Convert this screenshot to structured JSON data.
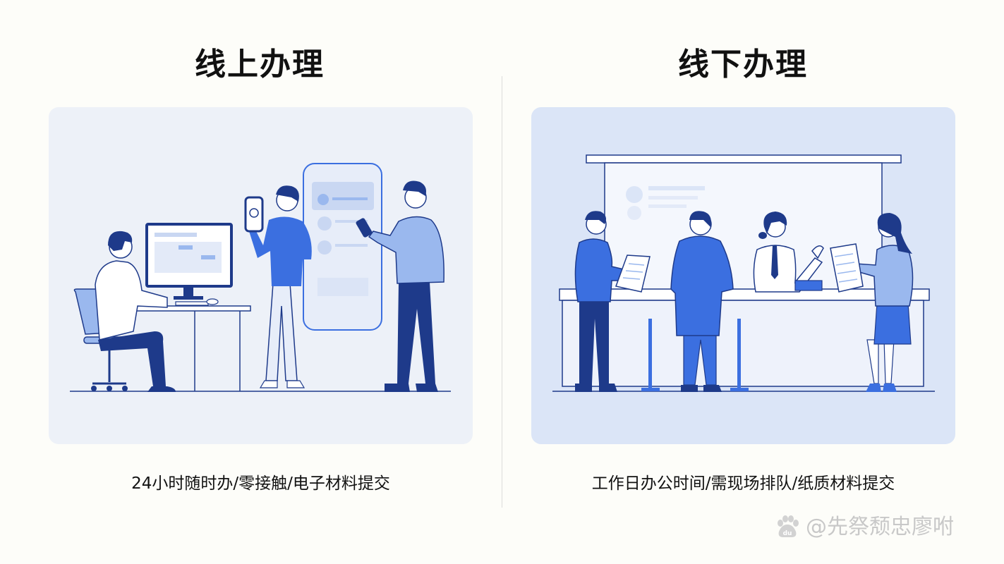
{
  "online": {
    "title": "线上办理",
    "caption": "24小时随时办/零接触/电子材料提交"
  },
  "offline": {
    "title": "线下办理",
    "caption": "工作日办公时间/需现场排队/纸质材料提交"
  },
  "watermark": {
    "text": "@先祭颓忠廖咐",
    "logo_text": "du"
  },
  "colors": {
    "navy": "#1e3a8a",
    "blue": "#3b6fe0",
    "light_blue": "#9ab8ee",
    "card_online": "#edf1f8",
    "card_offline": "#dbe5f7"
  },
  "icons": {
    "watermark_logo": "paw-icon"
  }
}
